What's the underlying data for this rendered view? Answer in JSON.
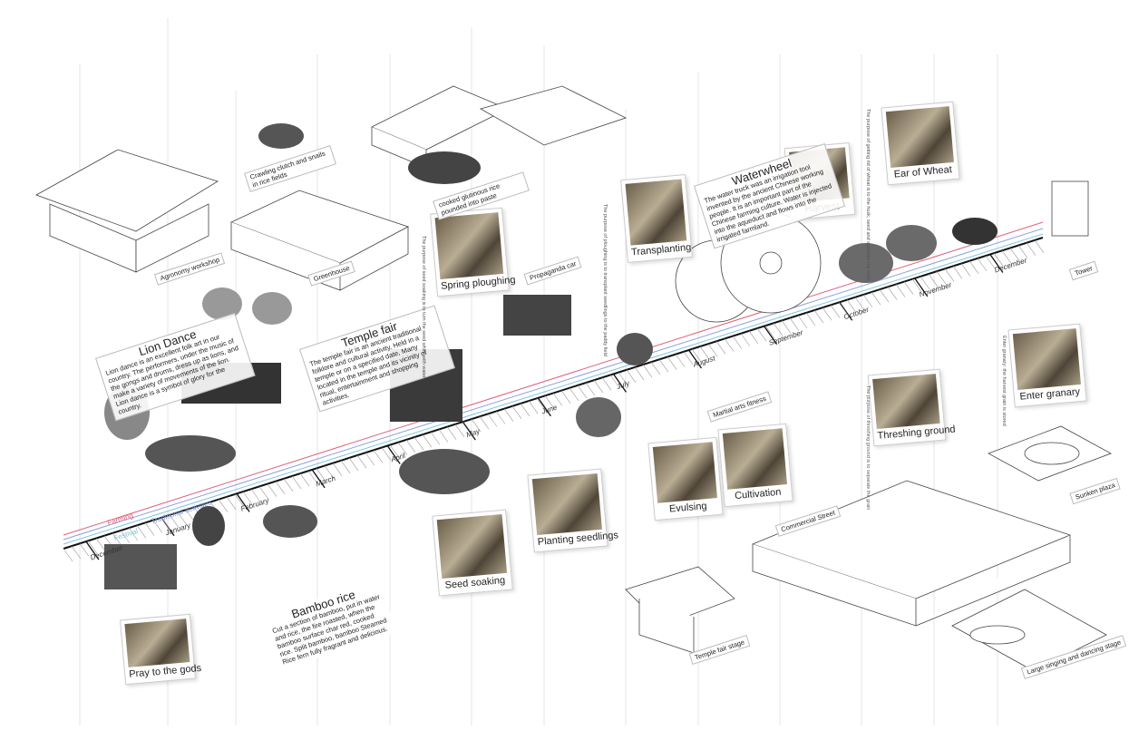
{
  "timeline": {
    "months": [
      "December",
      "January",
      "February",
      "March",
      "April",
      "May",
      "June",
      "July",
      "August",
      "September",
      "October",
      "November",
      "December"
    ],
    "lines": [
      {
        "label": "Farming",
        "color": "#e0607a"
      },
      {
        "label": "Traditional activities",
        "color": "#8aa0e0"
      },
      {
        "label": "Festival",
        "color": "#7fc6e0"
      }
    ]
  },
  "cards": [
    {
      "label": "Pray to the gods"
    },
    {
      "label": "Seed soaking"
    },
    {
      "label": "Planting seedlings"
    },
    {
      "label": "Spring ploughing"
    },
    {
      "label": "Transplanting"
    },
    {
      "label": "Evulsing"
    },
    {
      "label": "Cultivation"
    },
    {
      "label": "Harvest"
    },
    {
      "label": "Ear of Wheat"
    },
    {
      "label": "Threshing ground"
    },
    {
      "label": "Enter granary"
    }
  ],
  "notes": {
    "lion": {
      "title": "Lion Dance",
      "body": "Lion dance is an excellent folk art in our country. The performers, under the music of the gongs and drums, dress up as lions, and make a variety of movements of the lion. Lion dance is a symbol of glory for the country."
    },
    "temple": {
      "title": "Temple fair",
      "body": "The temple fair is an ancient traditional folklore and cultural activity. Held in a temple or on a specified date, Many located in the temple and its vicinity of ritual, entertainment and shopping activities."
    },
    "waterwheel": {
      "title": "Waterwheel",
      "body": "The water truck was an irrigation tool invented by the ancient Chinese working people. It is an important part of the Chinese farming culture. Water is injected into the aqueduct and flows into the irrigated farmland."
    },
    "bamboo": {
      "title": "Bamboo rice",
      "body": "Cut a section of bamboo, put in water and rice, the fire roasted, when the bamboo surface char red, cooked rice. Split bamboo, bamboo Steamed Rice fern fully fragrant and delicious."
    }
  },
  "tags": {
    "agronomy": "Agronomy workshop",
    "greenhouse": "Greenhouse",
    "crawling": "Crawling clutch and snails in rice fields",
    "glutinous": "cooked glutinous rice pounded into paste",
    "propaganda": "Propaganda car",
    "martial": "Martial arts fitness",
    "tower": "Tower",
    "commercial": "Commercial Street",
    "stage": "Temple fair stage",
    "sunken": "Sunken plaza",
    "dancing": "Large singing and dancing stage"
  },
  "vnotes": [
    "The purpose of seed soaking is to turn the seed white with water",
    "The purpose of ploughing is to transplant seedlings to the paddy field",
    "The purpose of threshing ground is to separate the grain",
    "The purpose of getting rid of wheat is to the husk, seed and separate the husk",
    "Enter granary: the harvest grain is stored"
  ]
}
